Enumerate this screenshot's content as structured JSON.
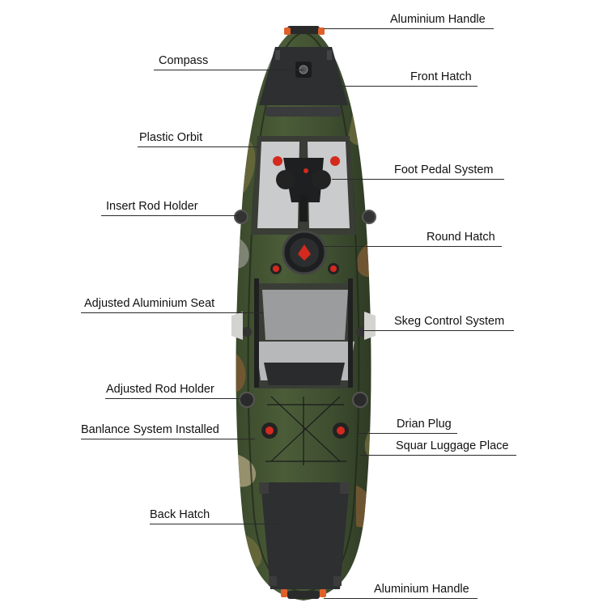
{
  "labels": {
    "aluminium_handle_top": "Aluminium Handle",
    "compass": "Compass",
    "front_hatch": "Front Hatch",
    "plastic_orbit": "Plastic Orbit",
    "foot_pedal_system": "Foot Pedal System",
    "insert_rod_holder": "Insert Rod Holder",
    "round_hatch": "Round Hatch",
    "adjusted_aluminium_seat": "Adjusted Aluminium Seat",
    "skeg_control_system": "Skeg Control System",
    "adjusted_rod_holder": "Adjusted Rod Holder",
    "balance_system_installed": "Banlance System Installed",
    "drain_plug": "Drian Plug",
    "square_luggage_place": "Squar Luggage Place",
    "back_hatch": "Back Hatch",
    "aluminium_handle_bottom": "Aluminium Handle"
  },
  "colors": {
    "camo_dark": "#2b3424",
    "camo_green": "#4a5a36",
    "camo_olive": "#6b6a3c",
    "camo_brown": "#7a5a34",
    "hatch_black": "#2e2f31",
    "deck_pad_grey": "#c9cbcc",
    "seat_grey": "#9a9c9e",
    "accent_orange": "#e0602a",
    "accent_red": "#d42a1e"
  }
}
